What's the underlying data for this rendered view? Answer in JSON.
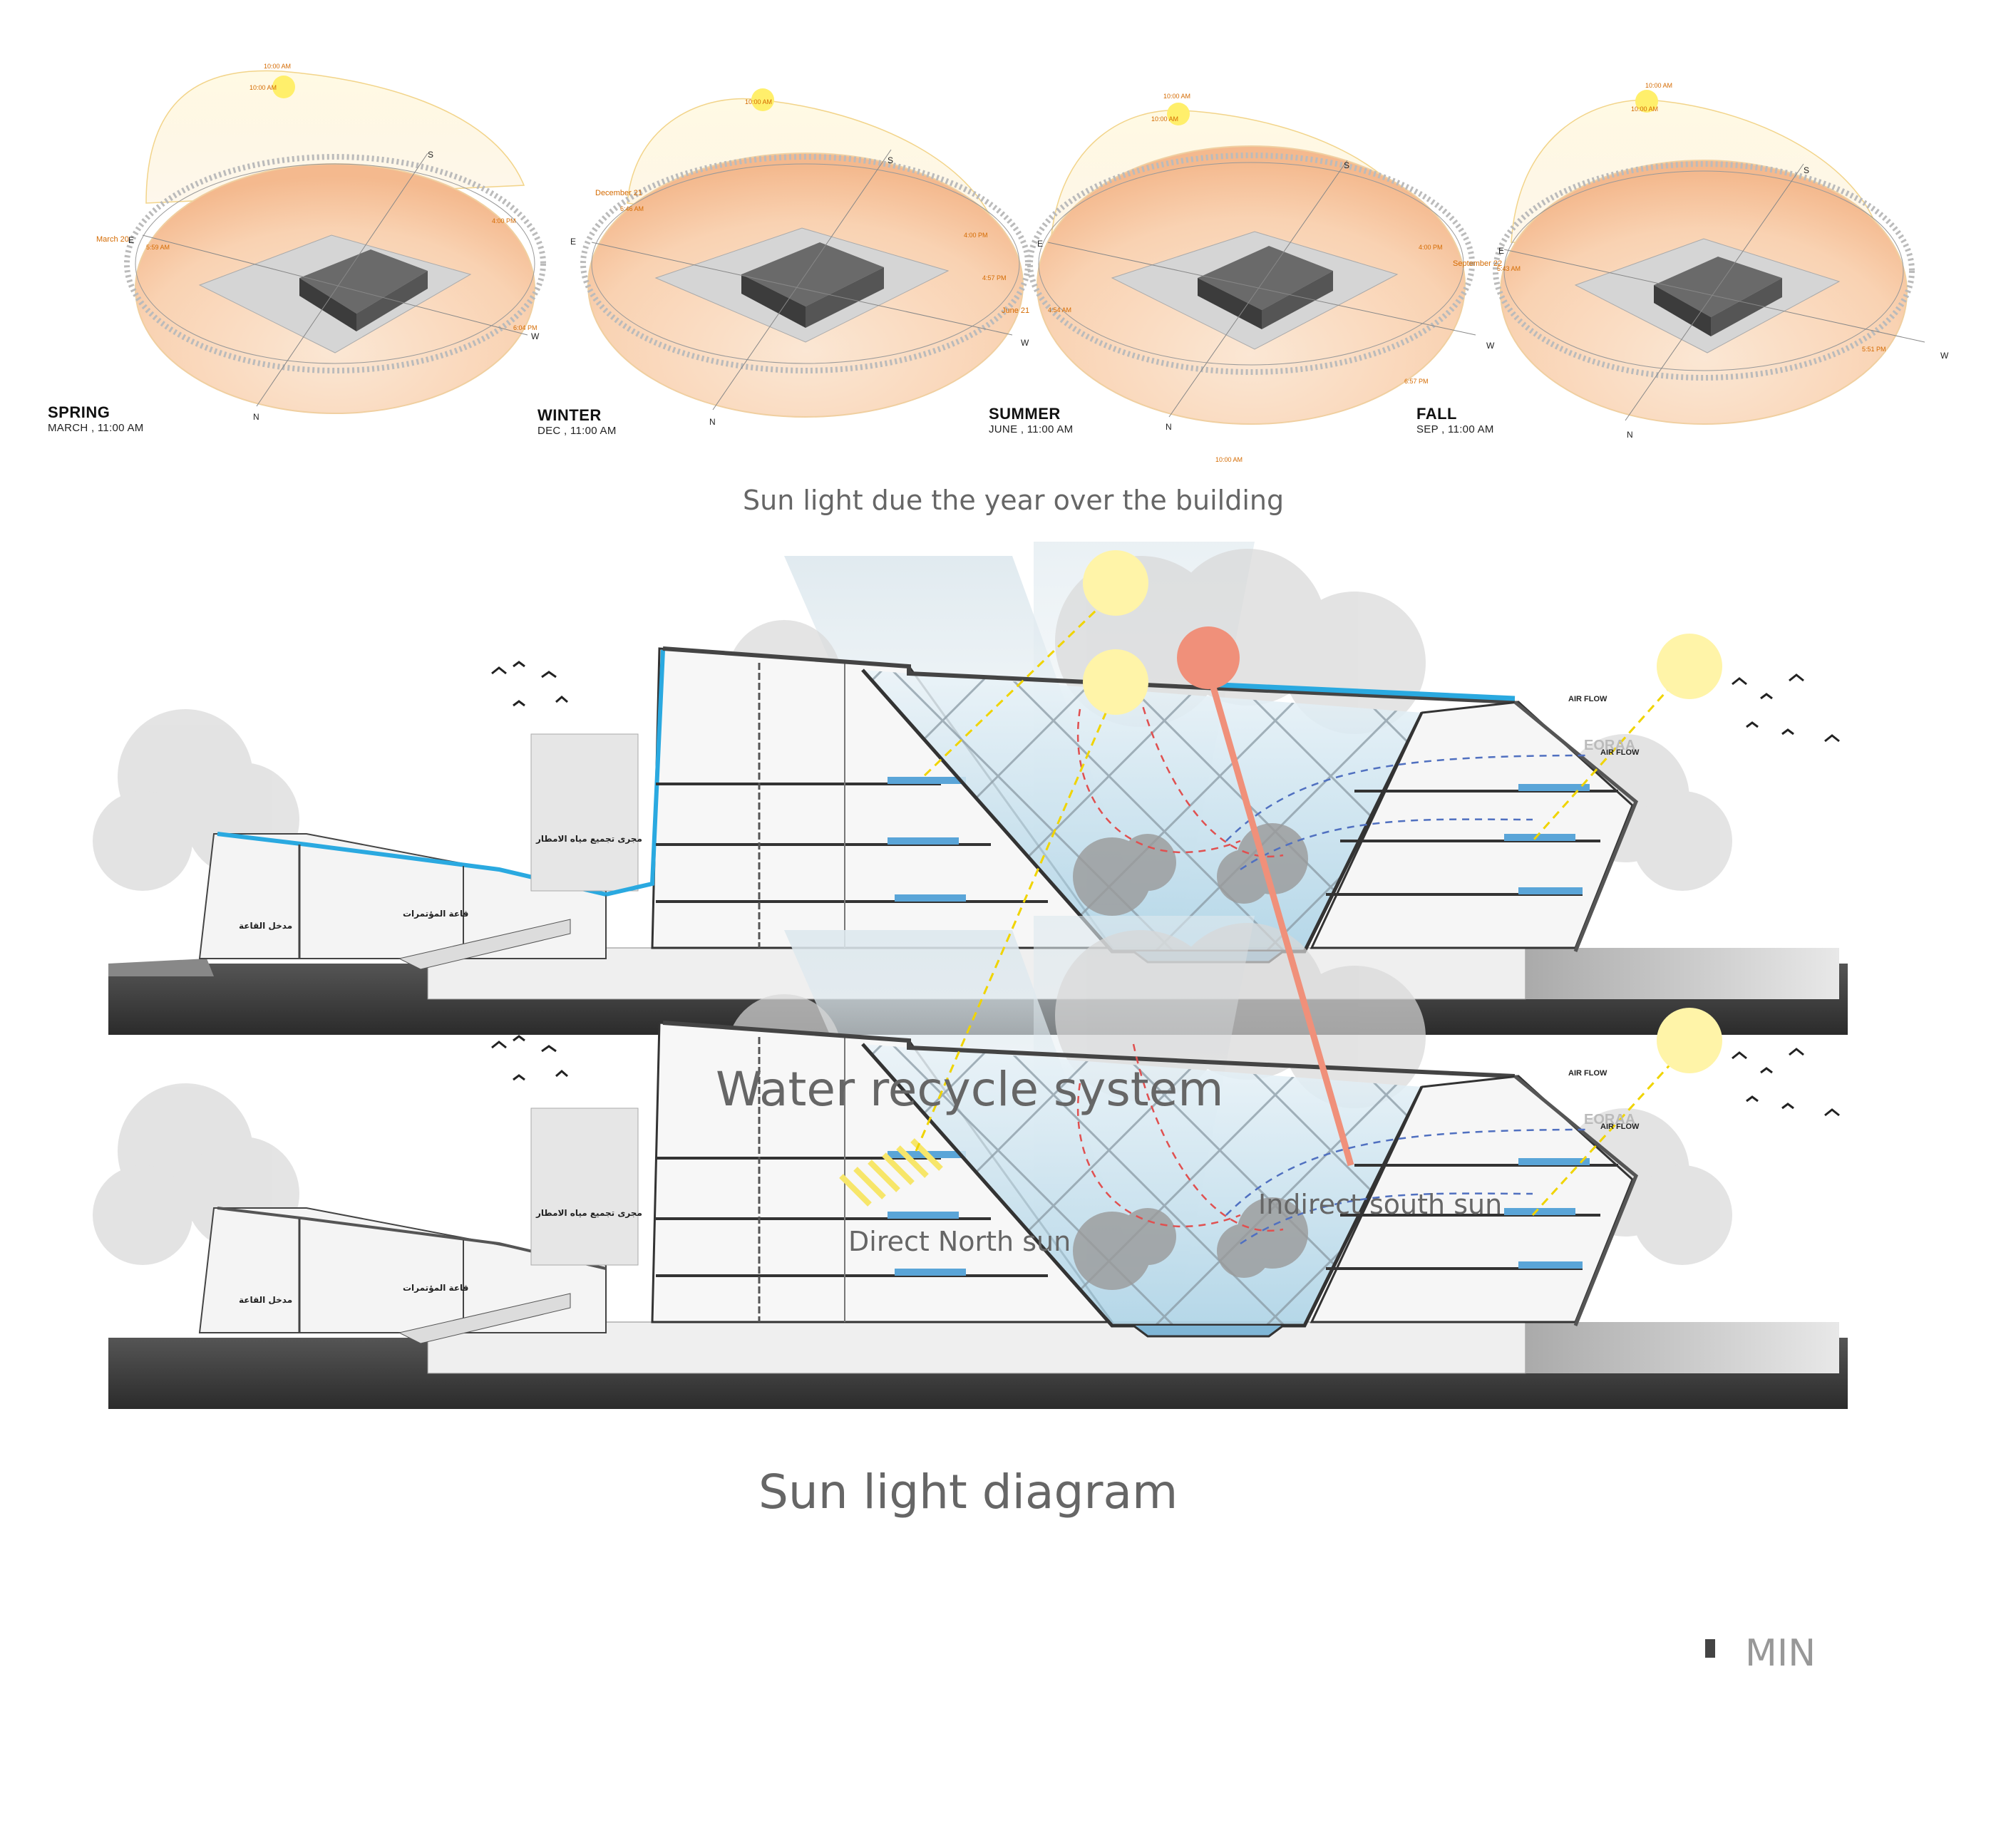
{
  "sun_study": {
    "title": "Sun light due the year over the building",
    "seasons": [
      {
        "name": "SPRING",
        "sub": "MARCH , 11:00 AM",
        "date_label": "March 20",
        "times": [
          "10:00 AM",
          "10:00 AM",
          "5:59 AM",
          "4:00 PM",
          "6:04 PM"
        ]
      },
      {
        "name": "WINTER",
        "sub": "DEC , 11:00 AM",
        "date_label": "December 21",
        "times": [
          "10:00 AM",
          "6:46 AM",
          "4:00 PM",
          "4:57 PM"
        ]
      },
      {
        "name": "SUMMER",
        "sub": "JUNE , 11:00 AM",
        "date_label": "June 21",
        "times": [
          "10:00 AM",
          "10:00 AM",
          "4:54 AM",
          "4:00 PM",
          "6:57 PM",
          "10:00 AM"
        ]
      },
      {
        "name": "FALL",
        "sub": "SEP , 11:00 AM",
        "date_label": "September 22",
        "times": [
          "10:00 AM",
          "10:00 AM",
          "5:43 AM",
          "5:51 PM"
        ]
      }
    ],
    "compass": {
      "n": "N",
      "s": "S",
      "e": "E",
      "w": "W"
    }
  },
  "water_section": {
    "title": "Water recycle system",
    "air_flow_label": "AIR FLOW",
    "arabic_gutter": "مجرى تجميع مياه الامطار",
    "arabic_hall": "قاعة المؤتمرات",
    "arabic_entrance": "مدخل القاعة",
    "facade_sign": "EORAA"
  },
  "sun_section": {
    "title": "Sun light diagram",
    "direct_label": "Direct North sun",
    "indirect_label": "Indirect south sun",
    "air_flow_label": "AIR FLOW",
    "arabic_gutter": "مجرى تجميع مياه الامطار",
    "arabic_hall": "قاعة المؤتمرات",
    "arabic_entrance": "مدخل القاعة",
    "facade_sign": "EORAA",
    "watermark": "MIN"
  },
  "colors": {
    "sun": "#fff4a8",
    "south_sun": "#f0907a",
    "roof_blue": "#2aa9e0",
    "caption": "#666666"
  }
}
